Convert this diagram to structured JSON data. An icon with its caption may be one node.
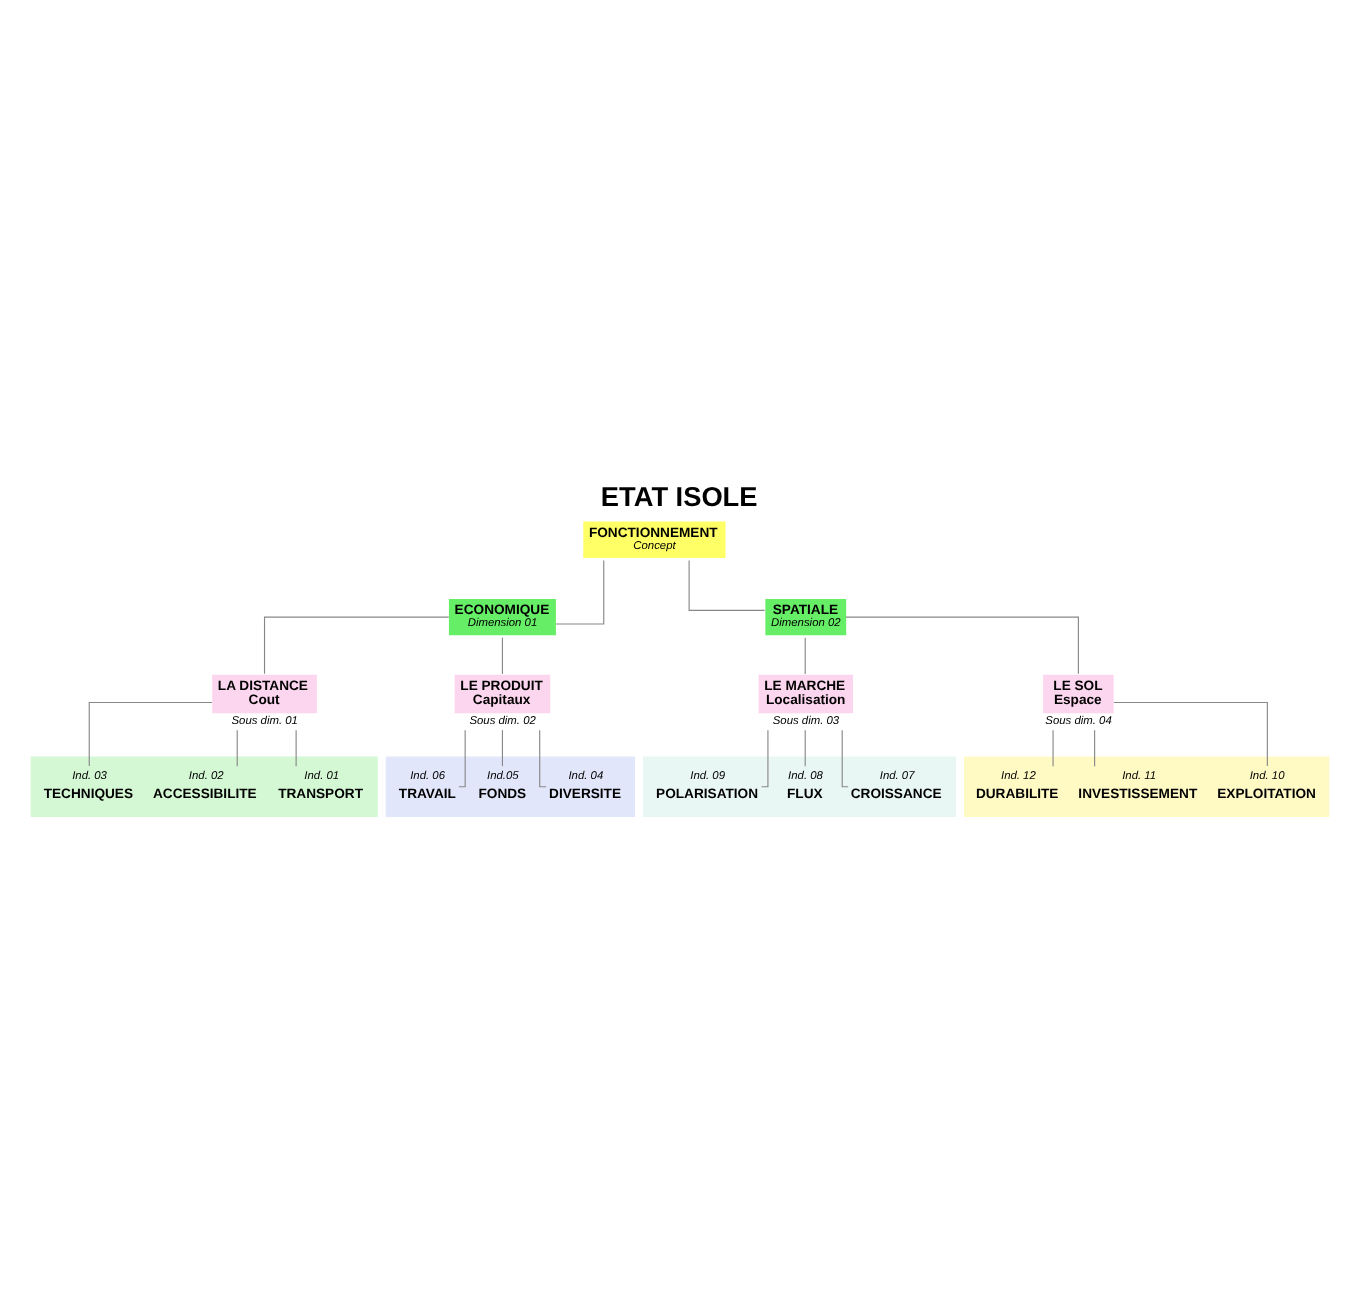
{
  "diagram": {
    "title": "ETAT ISOLE",
    "nodes": [
      {
        "text": [
          "FONCTIONNEMENT",
          "Concept"
        ]
      },
      {
        "text": [
          "ECONOMIQUE",
          "Dimension 01"
        ]
      },
      {
        "text": [
          "SPATIALE",
          "Dimension 02"
        ]
      },
      {
        "text": [
          "LA DISTANCE",
          "Cout"
        ],
        "beside": [
          "Sous dim. 01"
        ]
      },
      {
        "text": [
          "LE PRODUIT",
          "Capitaux"
        ],
        "beside": [
          "Sous dim. 02"
        ]
      },
      {
        "text": [
          "LE MARCHE",
          "Localisation"
        ],
        "beside": [
          "Sous dim. 03"
        ]
      },
      {
        "text": [
          "LE SOL",
          "Espace"
        ],
        "beside": [
          "Sous dim. 04"
        ]
      },
      {
        "text": [],
        "shape": "box"
      },
      {
        "text": [
          "TRANSPORT"
        ],
        "beside": [
          "Ind. 01"
        ],
        "in": 7
      },
      {
        "text": [
          "ACCESSIBILITE"
        ],
        "beside": [
          "Ind. 02"
        ],
        "in": 7
      },
      {
        "text": [
          "TECHNIQUES"
        ],
        "beside": [
          "Ind. 03"
        ],
        "in": 7
      },
      {
        "text": [],
        "shape": "box"
      },
      {
        "text": [
          "DIVERSITE"
        ],
        "beside": [
          "Ind. 04"
        ],
        "in": 11
      },
      {
        "text": [
          "FONDS"
        ],
        "beside": [
          "Ind.05"
        ],
        "in": 11
      },
      {
        "text": [
          "TRAVAIL"
        ],
        "beside": [
          "Ind. 06"
        ],
        "in": 11
      },
      {
        "text": [],
        "shape": "box"
      },
      {
        "text": [
          "CROISSANCE"
        ],
        "beside": [
          "Ind. 07"
        ],
        "in": 15
      },
      {
        "text": [
          "FLUX"
        ],
        "beside": [
          "Ind. 08"
        ],
        "in": 15
      },
      {
        "text": [
          "POLARISATION"
        ],
        "beside": [
          "Ind. 09"
        ],
        "in": 15
      },
      {
        "text": [],
        "shape": "box"
      },
      {
        "text": [
          "EXPLOITATION"
        ],
        "beside": [
          "Ind. 10"
        ],
        "in": 19
      },
      {
        "text": [
          "INVESTISSEMENT"
        ],
        "beside": [
          "Ind. 11"
        ],
        "in": 19
      },
      {
        "text": [
          "DURABILITE"
        ],
        "beside": [
          "Ind. 12"
        ],
        "in": 19
      }
    ],
    "edges": [
      {
        "from": 0,
        "to": 1,
        "arrow": "none"
      },
      {
        "from": 0,
        "to": 2,
        "arrow": "none"
      },
      {
        "from": 1,
        "to": 3,
        "arrow": "none"
      },
      {
        "from": 1,
        "to": 4,
        "arrow": "none"
      },
      {
        "from": 2,
        "to": 5,
        "arrow": "none"
      },
      {
        "from": 2,
        "to": 6,
        "arrow": "none"
      },
      {
        "from": 3,
        "to": 8,
        "arrow": "none"
      },
      {
        "from": 3,
        "to": 9,
        "arrow": "none"
      },
      {
        "from": 3,
        "to": 10,
        "arrow": "none"
      },
      {
        "from": 4,
        "to": 12,
        "arrow": "none"
      },
      {
        "from": 4,
        "to": 13,
        "arrow": "none"
      },
      {
        "from": 4,
        "to": 14,
        "arrow": "none"
      },
      {
        "from": 5,
        "to": 16,
        "arrow": "none"
      },
      {
        "from": 5,
        "to": 17,
        "arrow": "none"
      },
      {
        "from": 5,
        "to": 18,
        "arrow": "none"
      },
      {
        "from": 6,
        "to": 20,
        "arrow": "none"
      },
      {
        "from": 6,
        "to": 21,
        "arrow": "none"
      },
      {
        "from": 6,
        "to": 22,
        "arrow": "none"
      }
    ]
  }
}
